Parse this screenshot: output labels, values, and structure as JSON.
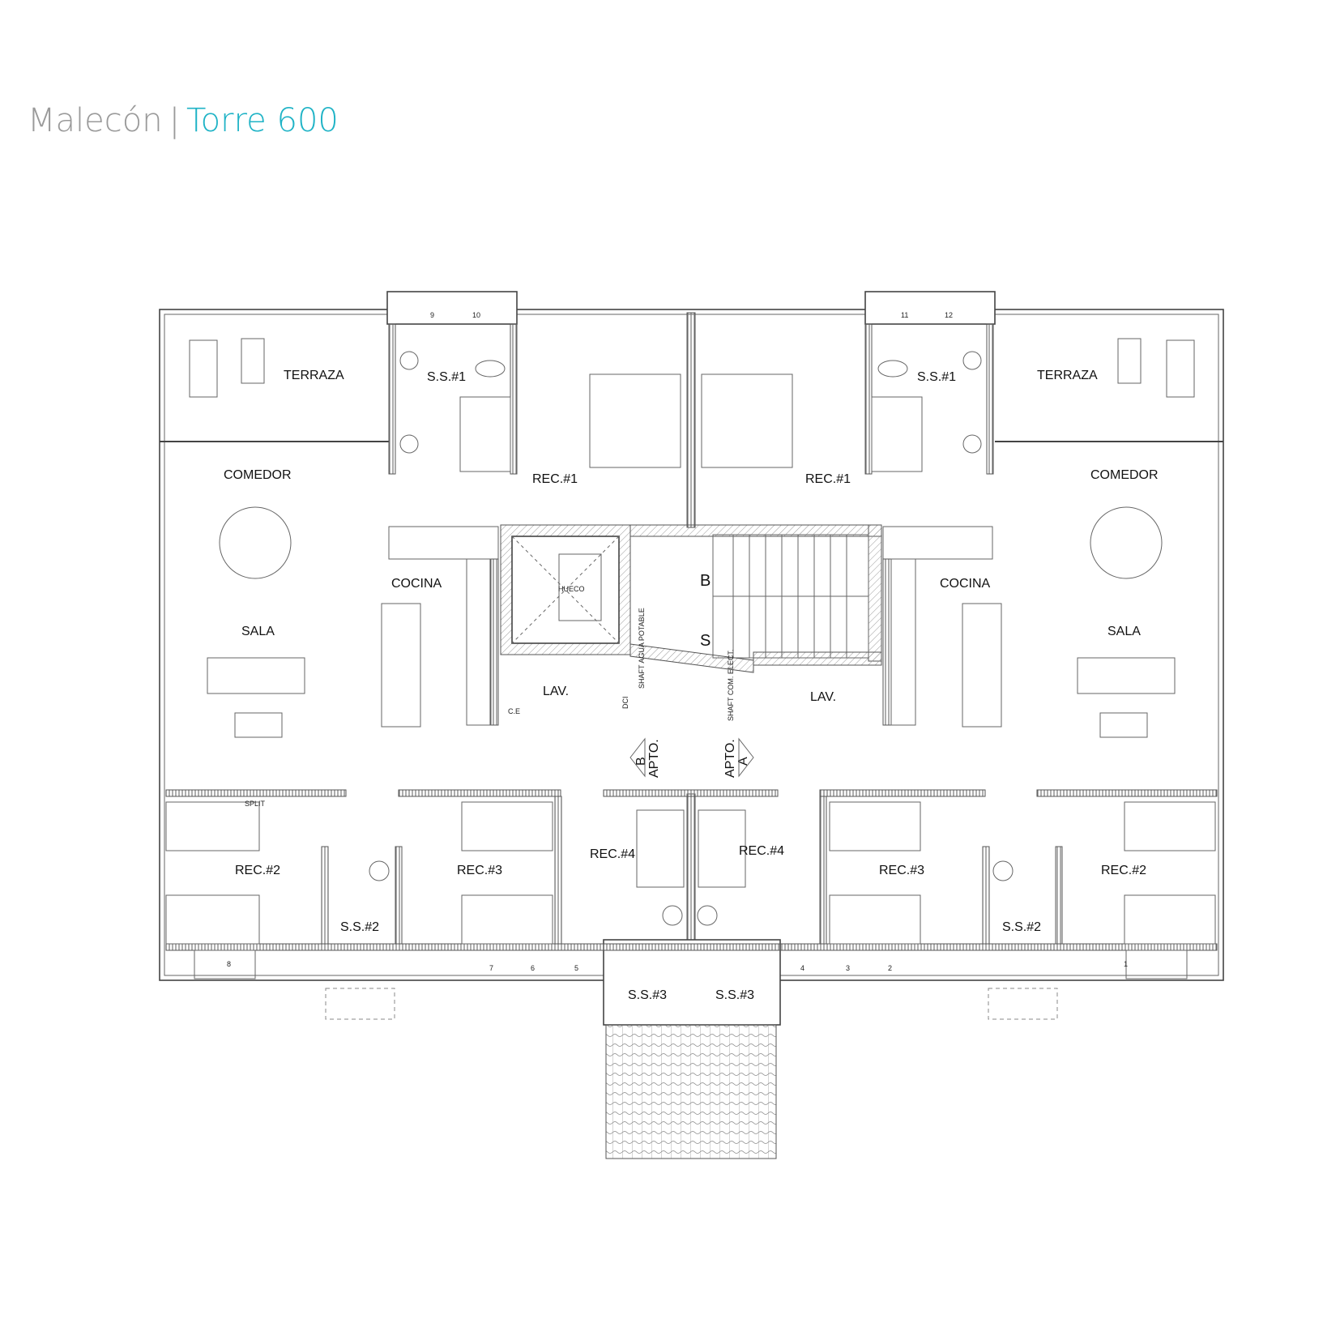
{
  "title": {
    "project": "Malecón",
    "separator": "|",
    "tower": "Torre 600"
  },
  "colors": {
    "project": "#9a9a9a",
    "tower": "#1fb3c6",
    "lines": "#444444"
  },
  "rooms": {
    "terraza_l": "TERRAZA",
    "terraza_r": "TERRAZA",
    "comedor_l": "COMEDOR",
    "comedor_r": "COMEDOR",
    "sala_l": "SALA",
    "sala_r": "SALA",
    "cocina_l": "COCINA",
    "cocina_r": "COCINA",
    "ss1_l": "S.S.#1",
    "ss1_r": "S.S.#1",
    "rec1_l": "REC.#1",
    "rec1_r": "REC.#1",
    "rec2_l": "REC.#2",
    "rec2_r": "REC.#2",
    "rec3_l": "REC.#3",
    "rec3_r": "REC.#3",
    "rec4_l": "REC.#4",
    "rec4_r": "REC.#4",
    "ss2_l": "S.S.#2",
    "ss2_r": "S.S.#2",
    "ss3_l": "S.S.#3",
    "ss3_r": "S.S.#3",
    "lav_l": "LAV.",
    "lav_r": "LAV.",
    "hueco": "HUECO",
    "stair_b": "B",
    "stair_s": "S",
    "apto_b": "APTO.",
    "apto_b_letter": "B",
    "apto_a": "APTO.",
    "apto_a_letter": "A"
  },
  "annotations": {
    "split": "SPLIT",
    "shaft_agua": "SHAFT AGUA POTABLE",
    "shaft_elect": "SHAFT COM. ELECT.",
    "ce": "C.E",
    "dci": "DCI"
  },
  "ac_units": [
    "1",
    "2",
    "3",
    "4",
    "5",
    "6",
    "7",
    "8",
    "9",
    "10",
    "11",
    "12"
  ]
}
